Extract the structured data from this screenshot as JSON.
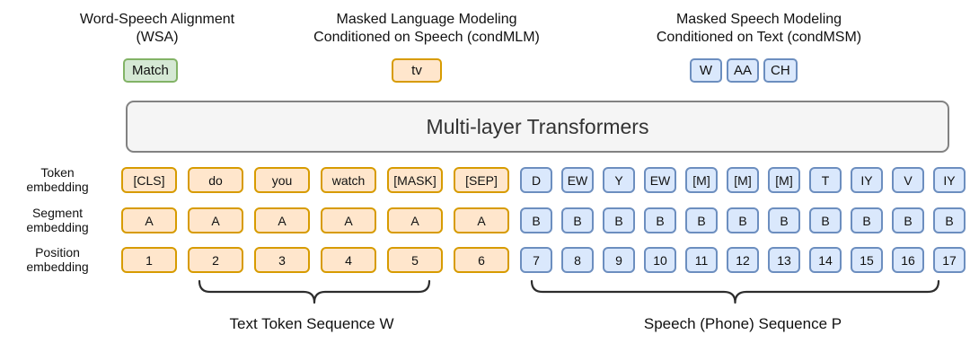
{
  "headers": [
    {
      "title_line1": "Word-Speech Alignment",
      "title_line2": "(WSA)",
      "chips": [
        {
          "label": "Match",
          "color": "green"
        }
      ]
    },
    {
      "title_line1": "Masked Language Modeling",
      "title_line2": "Conditioned on Speech (condMLM)",
      "chips": [
        {
          "label": "tv",
          "color": "orange"
        }
      ]
    },
    {
      "title_line1": "Masked Speech Modeling",
      "title_line2": "Conditioned on Text (condMSM)",
      "chips": [
        {
          "label": "W",
          "color": "blue"
        },
        {
          "label": "AA",
          "color": "blue"
        },
        {
          "label": "CH",
          "color": "blue"
        }
      ]
    }
  ],
  "transformer_label": "Multi-layer Transformers",
  "rows": [
    {
      "label_line1": "Token",
      "label_line2": "embedding",
      "text_cells": [
        "[CLS]",
        "do",
        "you",
        "watch",
        "[MASK]",
        "[SEP]"
      ],
      "speech_cells": [
        "D",
        "EW",
        "Y",
        "EW",
        "[M]",
        "[M]",
        "[M]",
        "T",
        "IY",
        "V",
        "IY"
      ]
    },
    {
      "label_line1": "Segment",
      "label_line2": "embedding",
      "text_cells": [
        "A",
        "A",
        "A",
        "A",
        "A",
        "A"
      ],
      "speech_cells": [
        "B",
        "B",
        "B",
        "B",
        "B",
        "B",
        "B",
        "B",
        "B",
        "B",
        "B"
      ]
    },
    {
      "label_line1": "Position",
      "label_line2": "embedding",
      "text_cells": [
        "1",
        "2",
        "3",
        "4",
        "5",
        "6"
      ],
      "speech_cells": [
        "7",
        "8",
        "9",
        "10",
        "11",
        "12",
        "13",
        "14",
        "15",
        "16",
        "17"
      ]
    }
  ],
  "braces": {
    "text_label": "Text Token Sequence W",
    "speech_label": "Speech (Phone) Sequence P"
  },
  "colors": {
    "orange_fill": "#FFE6CC",
    "orange_stroke": "#D79B00",
    "blue_fill": "#DAE8FC",
    "blue_stroke": "#6C8EBF",
    "green_fill": "#D5E8D4",
    "green_stroke": "#82B366",
    "gray_fill": "#F5F5F5",
    "gray_stroke": "#828282"
  }
}
